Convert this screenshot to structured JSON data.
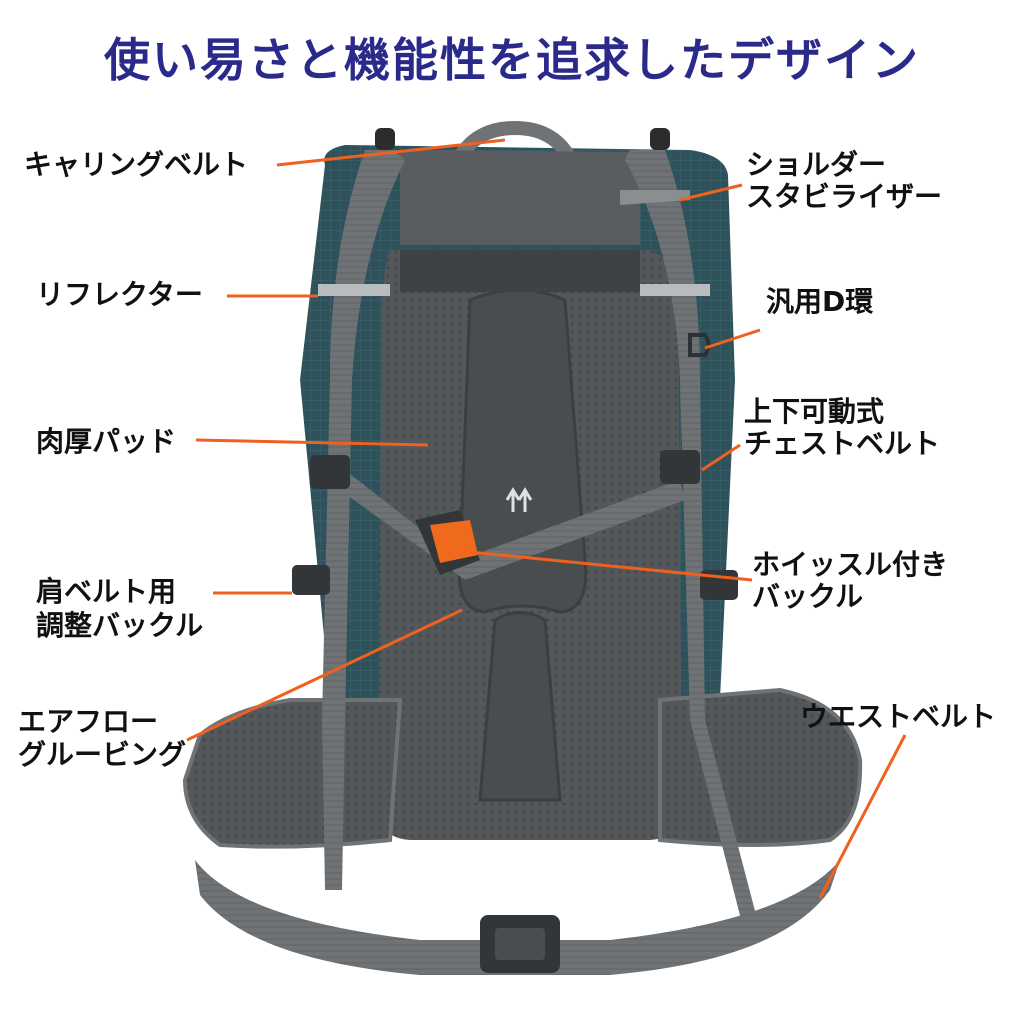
{
  "title": "使い易さと機能性を追求したデザイン",
  "colors": {
    "title": "#2a2a8a",
    "leader": "#f0601e",
    "pack_teal": "#2f525a",
    "strap_gray": "#6f7376",
    "mesh_dark": "#55585b",
    "buckle": "#333638",
    "whistle": "#f06a1e"
  },
  "labels": {
    "carry_belt": "キャリングベルト",
    "shoulder_stabilizer_1": "ショルダー",
    "shoulder_stabilizer_2": "スタビライザー",
    "reflector": "リフレクター",
    "d_ring": "汎用D環",
    "padding": "肉厚パッド",
    "chest_belt_1": "上下可動式",
    "chest_belt_2": "チェストベルト",
    "shoulder_buckle_1": "肩ベルト用",
    "shoulder_buckle_2": "調整バックル",
    "whistle_buckle_1": "ホイッスル付き",
    "whistle_buckle_2": "バックル",
    "airflow_1": "エアフロー",
    "airflow_2": "グルービング",
    "waist_belt": "ウエストベルト"
  },
  "backpack_icons": [
    "arrow-up-icon",
    "arrow-up-icon"
  ]
}
